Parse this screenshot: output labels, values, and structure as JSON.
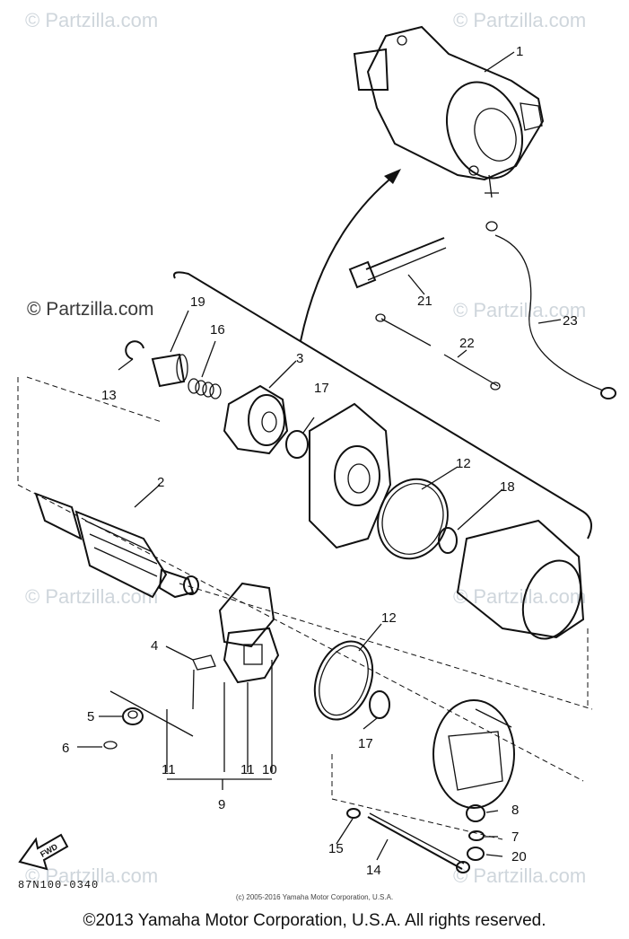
{
  "watermarks": {
    "top_left": "© Partzilla.com",
    "top_right": "© Partzilla.com",
    "mid_left_dark": "© Partzilla.com",
    "mid_right": "© Partzilla.com",
    "low_left": "© Partzilla.com",
    "low_right": "© Partzilla.com",
    "bottom_left": "© Partzilla.com",
    "bottom_right": "© Partzilla.com"
  },
  "callouts": {
    "c1": "1",
    "c2": "2",
    "c3": "3",
    "c4": "4",
    "c5": "5",
    "c6": "6",
    "c7": "7",
    "c8": "8",
    "c9": "9",
    "c10": "10",
    "c11a": "11",
    "c11b": "11",
    "c12a": "12",
    "c12b": "12",
    "c13": "13",
    "c14": "14",
    "c15": "15",
    "c16": "16",
    "c17a": "17",
    "c17b": "17",
    "c18": "18",
    "c19": "19",
    "c20": "20",
    "c21": "21",
    "c22": "22",
    "c23": "23"
  },
  "fwd_label": "FWD",
  "diagram_code": "87N100-0340",
  "small_copyright": "(c) 2005-2016 Yamaha Motor Corporation, U.S.A.",
  "footer_copyright": "©2013 Yamaha Motor Corporation, U.S.A. All rights reserved."
}
